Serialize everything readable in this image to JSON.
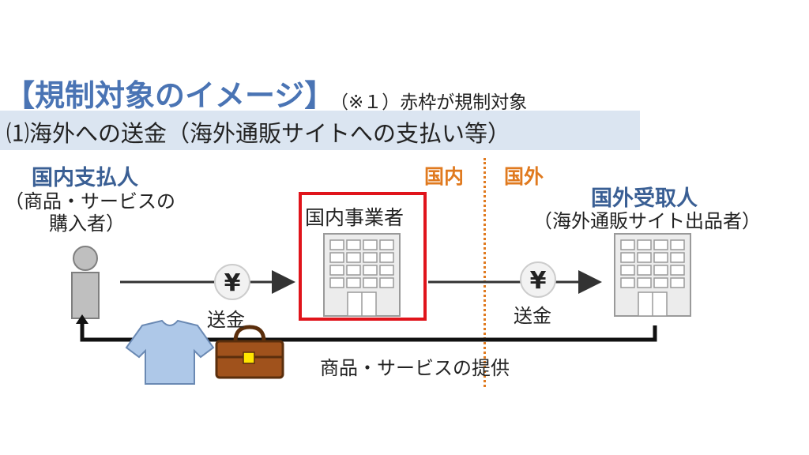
{
  "title": "【規制対象のイメージ】",
  "note": "（※１）赤枠が規制対象",
  "section": {
    "label": "⑴海外への送金（海外通販サイトへの支払い等）"
  },
  "payer": {
    "heading": "国内支払人",
    "sub_line1": "（商品・サービスの",
    "sub_line2": "購入者）"
  },
  "domestic_business": {
    "label": "国内事業者"
  },
  "receiver": {
    "heading": "国外受取人",
    "sub": "（海外通販サイト出品者）"
  },
  "regions": {
    "domestic": "国内",
    "foreign": "国外"
  },
  "flows": {
    "remittance_left": "送金",
    "remittance_right": "送金",
    "yen_symbol": "¥",
    "goods_services": "商品・サービスの提供"
  },
  "colors": {
    "title": "#4a74b4",
    "heading": "#3a5f94",
    "highlight_border": "#e0141b",
    "region": "#e07a1f",
    "section_bg": "#dbe5f1"
  },
  "icons": [
    "person-icon",
    "building-icon",
    "yen-coin-icon",
    "tshirt-icon",
    "bag-icon",
    "arrow-right-icon"
  ]
}
